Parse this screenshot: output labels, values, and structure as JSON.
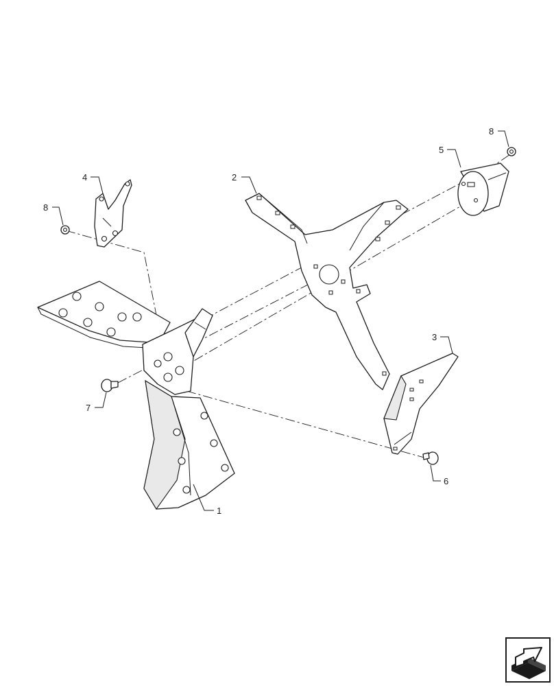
{
  "callouts": [
    {
      "label": "1"
    },
    {
      "label": "2"
    },
    {
      "label": "3"
    },
    {
      "label": "4"
    },
    {
      "label": "5"
    },
    {
      "label": "6"
    },
    {
      "label": "7"
    },
    {
      "label": "8"
    },
    {
      "label": "8"
    }
  ],
  "nav_icon": "next-page-arrow-icon"
}
